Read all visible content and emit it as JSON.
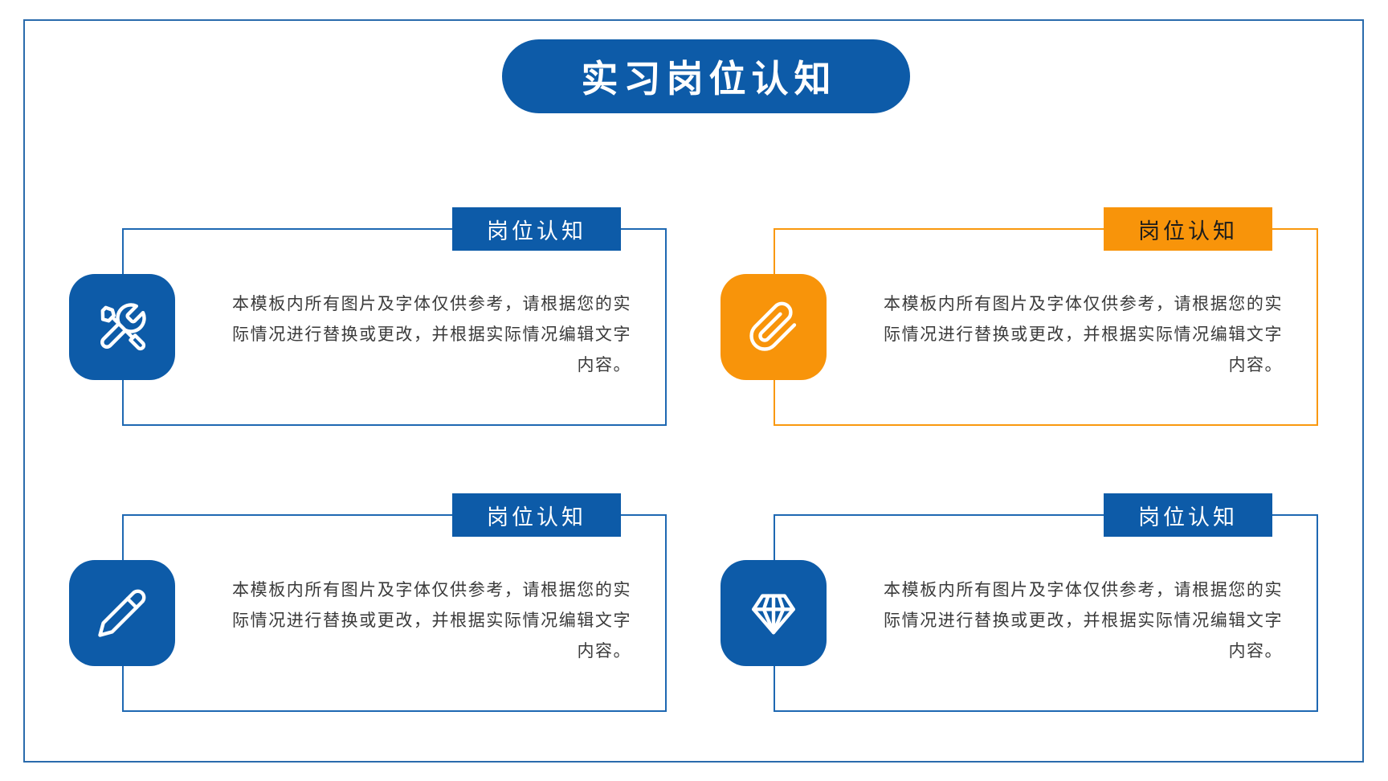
{
  "slide": {
    "title": "实习岗位认知"
  },
  "colors": {
    "blue_fill": "#0d5ba8",
    "blue_border": "#1e68b2",
    "frame_border": "#2a6bac",
    "orange_fill": "#f8940a",
    "orange_border": "#f9980e",
    "body_text": "#3a3a3a",
    "tab_text_on_blue": "#ffffff",
    "tab_text_on_orange": "#1c1c1c"
  },
  "cards": [
    {
      "position": "top-left",
      "theme": "blue",
      "icon": "tools-icon",
      "tab_label": "岗位认知",
      "body": "本模板内所有图片及字体仅供参考，请根据您的实际情况进行替换或更改，并根据实际情况编辑文字内容。"
    },
    {
      "position": "top-right",
      "theme": "orange",
      "icon": "paperclip-icon",
      "tab_label": "岗位认知",
      "body": "本模板内所有图片及字体仅供参考，请根据您的实际情况进行替换或更改，并根据实际情况编辑文字内容。"
    },
    {
      "position": "bottom-left",
      "theme": "blue",
      "icon": "pencil-icon",
      "tab_label": "岗位认知",
      "body": "本模板内所有图片及字体仅供参考，请根据您的实际情况进行替换或更改，并根据实际情况编辑文字内容。"
    },
    {
      "position": "bottom-right",
      "theme": "blue",
      "icon": "diamond-icon",
      "tab_label": "岗位认知",
      "body": "本模板内所有图片及字体仅供参考，请根据您的实际情况进行替换或更改，并根据实际情况编辑文字内容。"
    }
  ]
}
